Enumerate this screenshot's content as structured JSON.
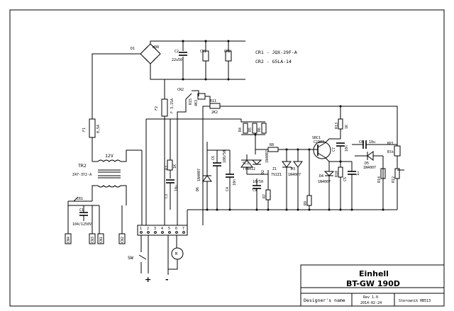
{
  "relays_legend": [
    "CR1 - JQX-29F-A",
    "CR2 - G5LA-14"
  ],
  "components": {
    "D1": "D1",
    "W08": "W08",
    "C2": "C2",
    "C2_val": "22u50",
    "CR1": "CR1",
    "CR2": "CR2",
    "F1": "F1",
    "F1_val": "0,5A",
    "F2": "F2",
    "F2_val": "F 3,15A",
    "CR2_sw": "CR2",
    "R15": "R15",
    "R15_val": "4K3",
    "R11": "R11",
    "R11_val": "2K2",
    "TR2": "TR2",
    "TR2_val": "Z47-3Y2-A",
    "TR2_sec": "12V",
    "CR1_sw": "CR1",
    "C1": "C1",
    "C1_val": "104/1250V",
    "R3": "R3",
    "R3_val": "1K",
    "C3": "C3",
    "C3_val": "10u",
    "D6": "D6",
    "D6_val": "1N4007",
    "C6": "C6",
    "C6_val": "100/50",
    "C4": "C4",
    "C4_val": "10n",
    "R4": "R4",
    "R5": "R5",
    "R6": "R6",
    "R8": "R8",
    "SC1": "SC1",
    "SC1_val": "TYN412",
    "D2": "D2",
    "D2_val": "1N4007",
    "C9": "C9",
    "C9_val": "10/50",
    "R7": "R7",
    "Z1": "Z1",
    "Z1_val": "7V2Z1",
    "D3": "D3",
    "D3_val": "1N4007",
    "R9": "R9",
    "SRC1": "SRC1",
    "SRC1_val": "C2383",
    "D4": "D4",
    "D4_val": "1N4007",
    "R10": "R10",
    "C5": "C5",
    "C5_val": "1u",
    "C7": "C7",
    "C7_val": "10n",
    "R13": "R13",
    "R13_val": "1K",
    "C8": "C8",
    "C8_val": "10u",
    "D5": "D5",
    "D5_val": "1N4007",
    "KP1": "KP1",
    "KP1_val": "Blk",
    "R14": "R14",
    "R12": "R12",
    "SW": "SW",
    "M": "M",
    "CN1": "CN4",
    "CN2": "CN3",
    "CN3": "CN2",
    "CN4": "CN1",
    "plus": "+",
    "minus": "-"
  },
  "connector_pins": [
    "1",
    "2",
    "3",
    "4",
    "5",
    "6",
    "7"
  ],
  "title_block": {
    "brand": "Einhell",
    "model": "BT-GW 190D",
    "designer_label": "Designer's name",
    "rev": "Rev 1.0",
    "date": "2014-02-24",
    "board": "Sterownik HB513"
  }
}
